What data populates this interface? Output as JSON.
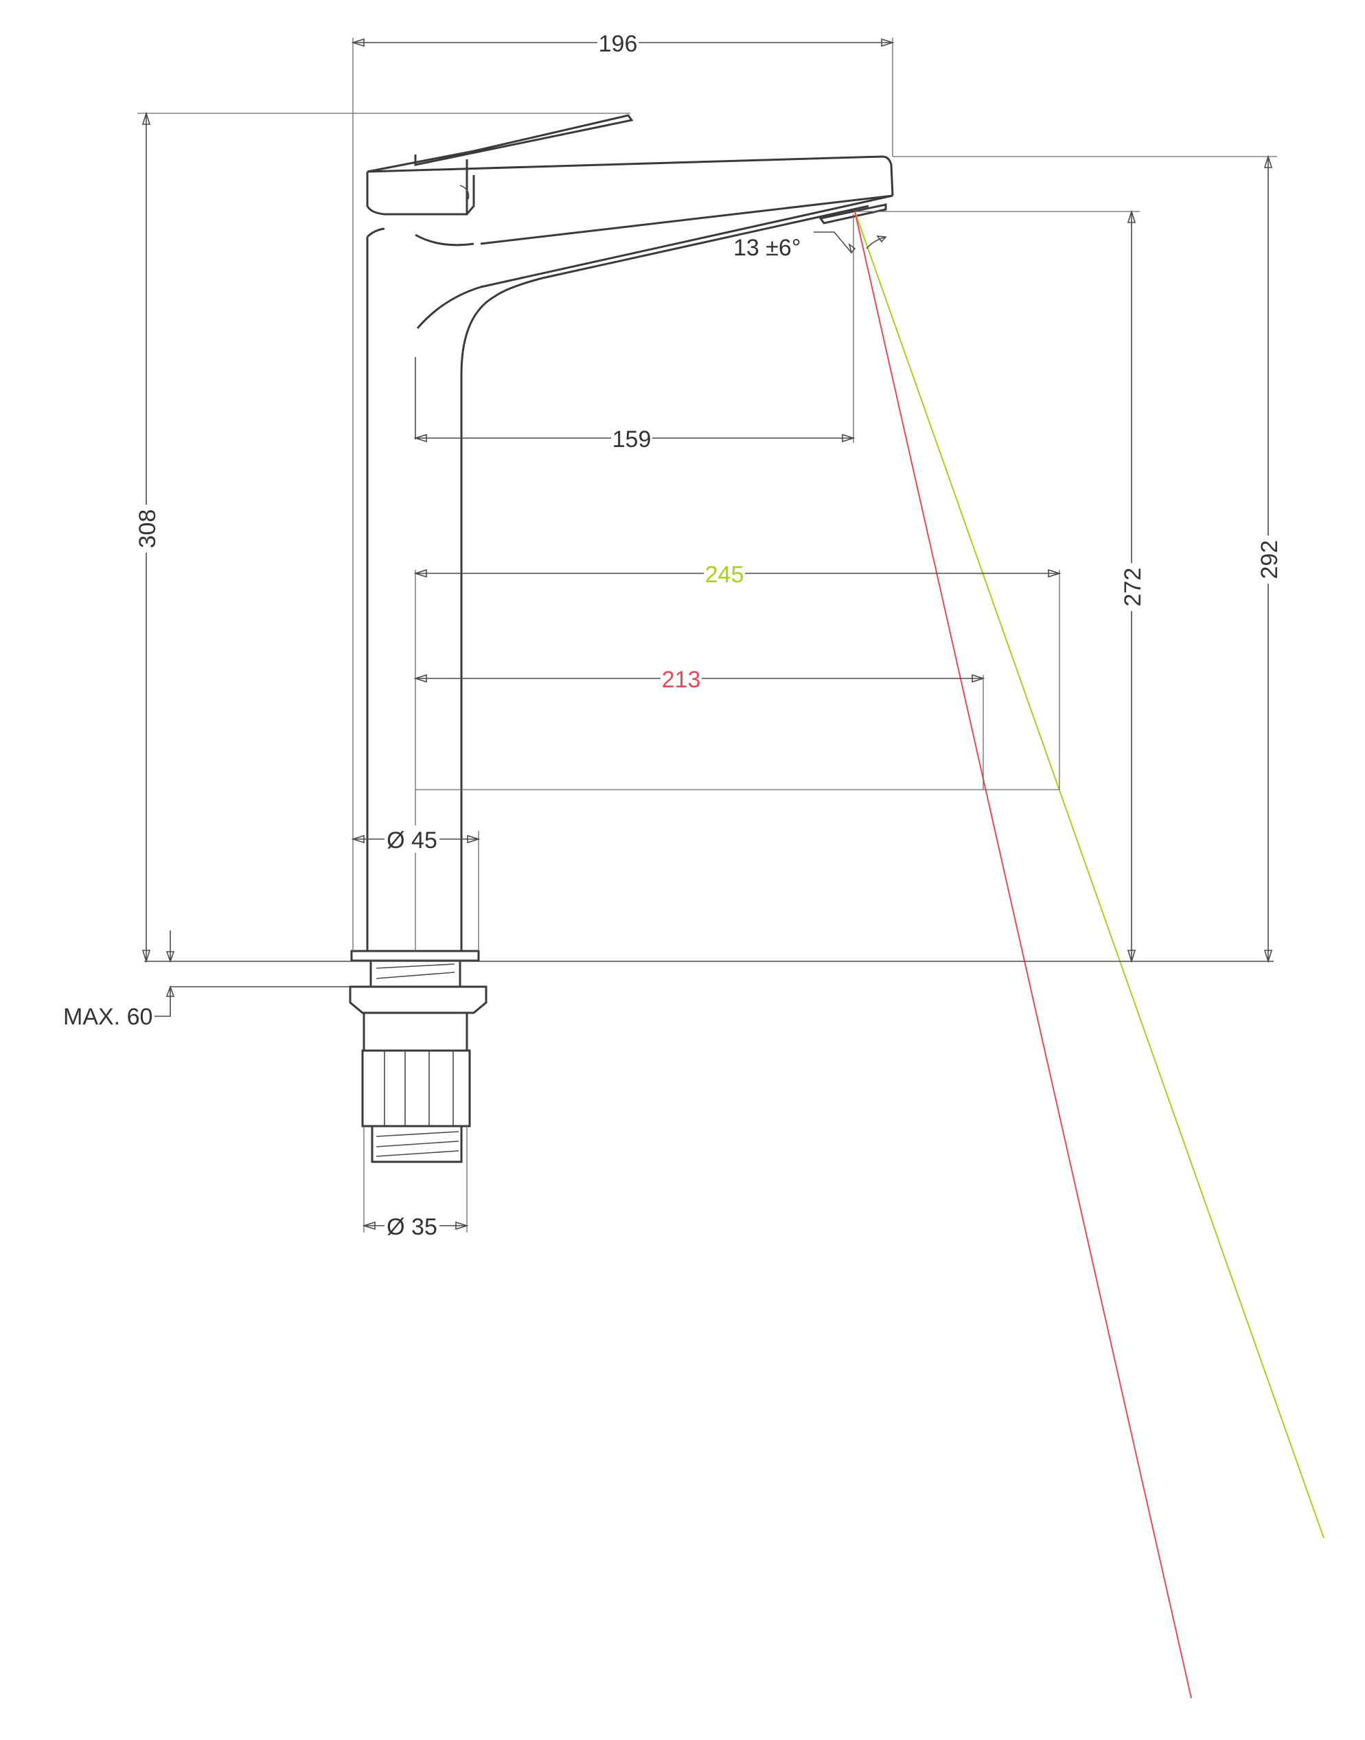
{
  "drawing": {
    "dim_width_top": "196",
    "dim_total_height": "308",
    "dim_spout_height": "292",
    "dim_outlet_height": "272",
    "dim_spout_reach": "159",
    "dim_jet_reach_green": "245",
    "dim_jet_reach_red": "213",
    "dim_body_diameter": "Ø 45",
    "dim_thread_diameter": "Ø 35",
    "dim_max_counter": "MAX. 60",
    "dim_angle": "13 ±6°"
  },
  "colors": {
    "ink": "#3a3a3a",
    "green": "#a6d11c",
    "red": "#e8485a"
  }
}
